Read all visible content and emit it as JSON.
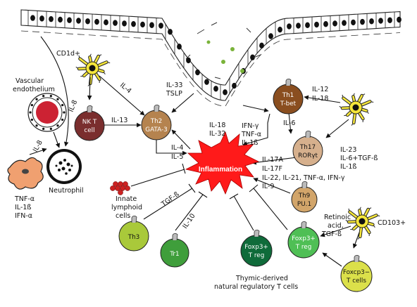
{
  "cells": {
    "nkt": {
      "line1": "NK T",
      "line2": "cell",
      "color": "#7a2e2e"
    },
    "th2": {
      "line1": "Th2",
      "line2": "GATA-3",
      "color": "#b5834f"
    },
    "th1": {
      "line1": "Th1",
      "line2": "T-bet",
      "color": "#8a4e1f"
    },
    "th17": {
      "line1": "Th17",
      "line2": "RORγt",
      "color": "#d6b08d"
    },
    "th9": {
      "line1": "Th9",
      "line2": "PU.1",
      "color": "#d2a56a"
    },
    "th3": {
      "line1": "Th3",
      "color": "#a9c93a"
    },
    "tr1": {
      "line1": "Tr1",
      "color": "#3f9e3b"
    },
    "foxp3_thymic": {
      "line1": "Foxp3+",
      "line2": "T reg",
      "color": "#0f6b3a"
    },
    "foxp3_treg": {
      "line1": "Foxp3+",
      "line2": "T reg",
      "color": "#4fbf55"
    },
    "foxp3_neg": {
      "line1": "Foxcp3−",
      "line2": "T cells",
      "color": "#dbe04a"
    },
    "neutrophil": {
      "color": "#ffffff"
    },
    "endothelial": {
      "color": "#cc2233"
    },
    "macrophage": {
      "color": "#f0a070"
    },
    "dendritic": {
      "color": "#f5e63a"
    },
    "ilc": {
      "color": "#cc2222"
    }
  },
  "inflammation": {
    "label": "Inflammation",
    "color": "#ff1a1a"
  },
  "labels": {
    "cd1d": "CD1d+",
    "vascular1": "Vascular",
    "vascular2": "endothelium",
    "il8_top": "IL-8",
    "il8_left": "IL-8",
    "macro_1": "TNF-α",
    "macro_2": "IL-1ß",
    "macro_3": "IFN-α",
    "neutrophil": "Neutrophil",
    "il4_dc": "IL-4",
    "il33": "IL-33",
    "tslp": "TSLP",
    "il13": "IL-13",
    "il4": "IL-4",
    "il5": "IL-5",
    "ilc1": "Innate",
    "ilc2": "lymphoid",
    "ilc3": "cells",
    "tgfb": "TGF-ß",
    "il10": "IL-10",
    "thymic1": "Thymic-derived",
    "thymic2": "natural regulatory T cells",
    "il18": "IL-18",
    "il32": "IL-32",
    "ifng": "IFN-γ",
    "tnfa": "TNF-α",
    "il1b": "IL-1ß",
    "il12": "IL-12",
    "il18b": "IL-18",
    "il6": "IL-6",
    "il23": "IL-23",
    "il6tgf": "IL-6+TGF-ß",
    "il1b2": "IL-1ß",
    "il17a": "IL-17A",
    "il17f": "IL-17F",
    "il22": "IL-22, IL-21, TNF-α, IFN-γ",
    "il9": "IL-9",
    "retinoic1": "Retinoic",
    "retinoic2": "acid,",
    "retinoic3": "TGF-ß",
    "cd103": "CD103+"
  }
}
